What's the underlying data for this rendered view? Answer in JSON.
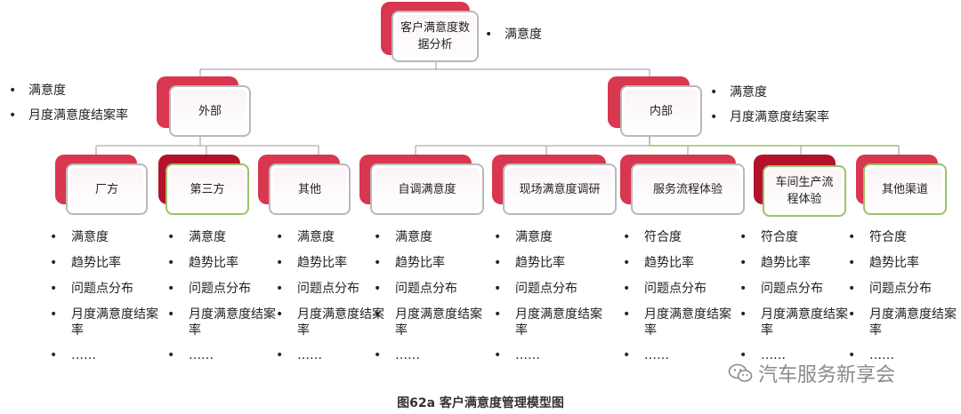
{
  "root": {
    "label": "客户满意度数据分析",
    "bullets": [
      "满意度"
    ]
  },
  "external": {
    "label": "外部",
    "bullets": [
      "满意度",
      "月度满意度结案率"
    ]
  },
  "internal": {
    "label": "内部",
    "bullets": [
      "满意度",
      "月度满意度结案率"
    ]
  },
  "leaves": [
    {
      "label": "厂方",
      "bullets": [
        "满意度",
        "趋势比率",
        "问题点分布",
        "月度满意度结案率",
        "……"
      ]
    },
    {
      "label": "第三方",
      "bullets": [
        "满意度",
        "趋势比率",
        "问题点分布",
        "月度满意度结案率",
        "……"
      ]
    },
    {
      "label": "其他",
      "bullets": [
        "满意度",
        "趋势比率",
        "问题点分布",
        "月度满意度结案率",
        "……"
      ]
    },
    {
      "label": "自调满意度",
      "bullets": [
        "满意度",
        "趋势比率",
        "问题点分布",
        "月度满意度结案率",
        "……"
      ]
    },
    {
      "label": "现场满意度调研",
      "bullets": [
        "满意度",
        "趋势比率",
        "问题点分布",
        "月度满意度结案率",
        "……"
      ]
    },
    {
      "label": "服务流程体验",
      "bullets": [
        "符合度",
        "趋势比率",
        "问题点分布",
        "月度满意度结案率",
        "……"
      ]
    },
    {
      "label": "车间生产流程体验",
      "bullets": [
        "符合度",
        "趋势比率",
        "问题点分布",
        "月度满意度结案率",
        "……"
      ]
    },
    {
      "label": "其他渠道",
      "bullets": [
        "符合度",
        "趋势比率",
        "问题点分布",
        "月度满意度结案率",
        "……"
      ]
    }
  ],
  "caption": "图62a  客户满意度管理模型图",
  "watermark": "汽车服务新享会",
  "colors": {
    "pink": "#d9364f",
    "darkRed": "#b3122a",
    "green": "#9bc26a",
    "grey": "#b9b9b9"
  }
}
